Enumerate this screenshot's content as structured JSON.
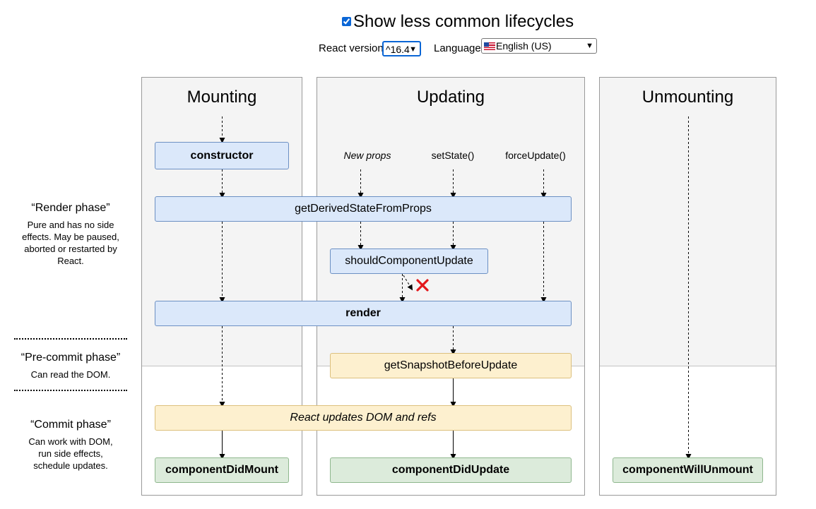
{
  "header": {
    "checkbox_label": "Show less common lifecycles",
    "checkbox_checked": true,
    "version_label": "React version",
    "version_value": "^16.4",
    "language_label": "Language",
    "language_value": "English (US)",
    "language_flag_icon": "us-flag-icon"
  },
  "columns": [
    {
      "title": "Mounting"
    },
    {
      "title": "Updating"
    },
    {
      "title": "Unmounting"
    }
  ],
  "triggers": {
    "new_props": "New props",
    "set_state": "setState()",
    "force_update": "forceUpdate()"
  },
  "methods": {
    "constructor": "constructor",
    "get_derived_state": "getDerivedStateFromProps",
    "should_update": "shouldComponentUpdate",
    "render": "render",
    "get_snapshot": "getSnapshotBeforeUpdate",
    "dom_update": "React updates DOM and refs",
    "did_mount": "componentDidMount",
    "did_update": "componentDidUpdate",
    "will_unmount": "componentWillUnmount"
  },
  "phases": {
    "render": {
      "title": "“Render phase”",
      "description": "Pure and has no side effects. May be paused, aborted or restarted by React."
    },
    "pre_commit": {
      "title": "“Pre-commit phase”",
      "description": "Can read the DOM."
    },
    "commit": {
      "title": "“Commit phase”",
      "description": "Can work with DOM, run side effects, schedule updates."
    }
  },
  "colors": {
    "render_box": "#dbe8fa",
    "commit_box": "#fdf0cf",
    "lifecycle_end_box": "#dcebdb",
    "cancel_mark": "#e3171b"
  },
  "icons": {
    "cancel": "cross-mark-icon"
  }
}
